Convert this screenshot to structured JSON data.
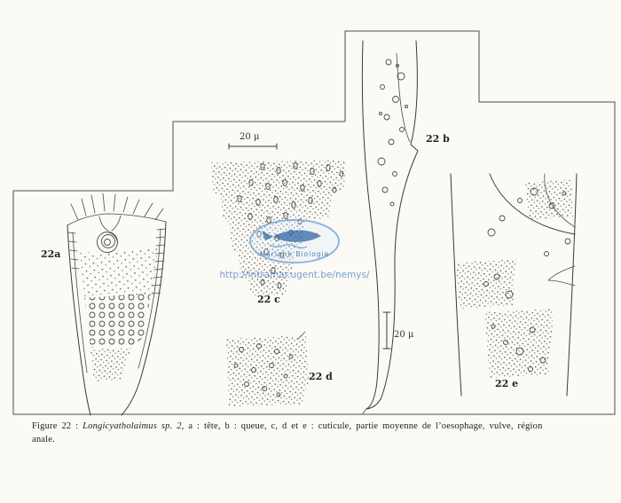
{
  "figure": {
    "labels": {
      "a": "22a",
      "b": "22 b",
      "c": "22 c",
      "d": "22 d",
      "e": "22 e"
    },
    "scales": {
      "top": "20 μ",
      "mid": "20 μ"
    }
  },
  "watermark": {
    "logo_text": "Mariene Biologie",
    "url": "http://intramar.ugent.be/nemys/"
  },
  "caption": {
    "prefix": "Figure 22 : ",
    "species": "Longicyatholaimus sp. 2,",
    "rest": " a : tête, b : queue, c, d et e : cuticule, partie moyenne de l’oesophage, vulve, région",
    "line2": "anale."
  },
  "colors": {
    "ink": "#3a3a3a",
    "frame": "#4d4d4d",
    "watermark_blue": "#4a7fc1",
    "paper": "#fbfaf5"
  }
}
